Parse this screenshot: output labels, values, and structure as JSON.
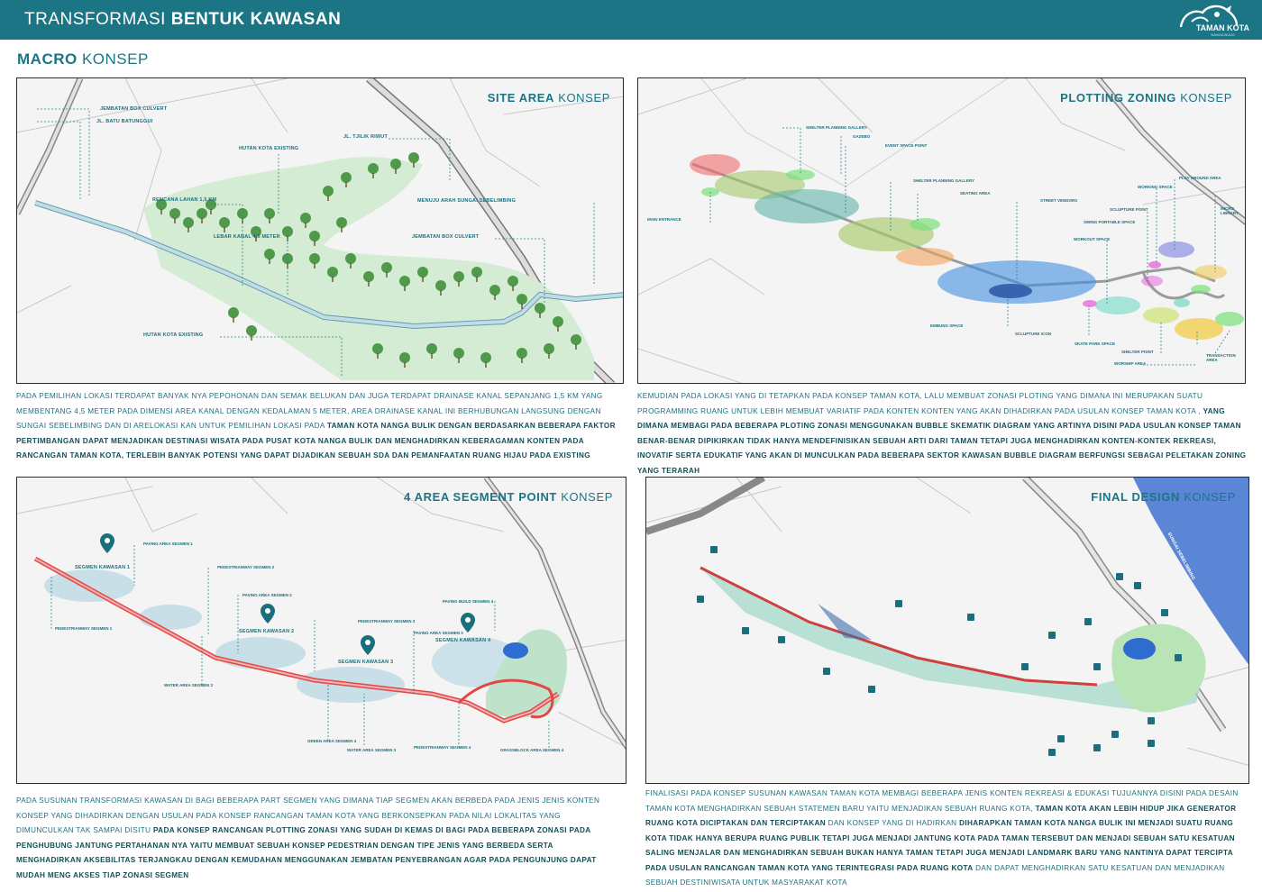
{
  "header": {
    "title_light": "TRANSFORMASI",
    "title_bold": "BENTUK KAWASAN",
    "logo_text": "TAMAN KOTA",
    "logo_sub": "NANGA BULIK"
  },
  "section": {
    "bold": "MACRO",
    "light": "KONSEP"
  },
  "panels": {
    "site": {
      "title_bold": "SITE AREA",
      "title_light": "KONSEP",
      "labels": {
        "box_culvert_top": "JEMBATAN BOX CULVERT",
        "batu": "JL. BATU BATUNGGUI",
        "hutan_existing_top": "HUTAN KOTA EXISTING",
        "tjilik": "JL. TJILIK RIWUT",
        "rencana": "RENCANA LAHAN 1,5 KM",
        "menuju": "MENUJU ARAH SUNGAI SEBELIMBING",
        "lebar": "LEBAR KANAL 4,5 METER",
        "box_culvert_right": "JEMBATAN BOX CULVERT",
        "hutan_existing_bottom": "HUTAN KOTA EXISTING"
      }
    },
    "plotting": {
      "title_bold": "PLOTTING ZONING",
      "title_light": "KONSEP",
      "labels": {
        "shelter_planning_1": "SHELTER PLANNING GALLERY",
        "gazebo": "GAZEBO",
        "event_space": "EVENT SPACE POINT",
        "shelter_planning_2": "SHELTER PLANNING GALLERY",
        "seating": "SEATING AREA",
        "street_vendors": "STREET VENDORS",
        "main_entrance": "MAIN ENTRANCE",
        "play_ground": "PLAY GROUND AREA",
        "working_space": "WORKING SPACE",
        "sculpture_point": "SCLUPTURE POINT",
        "micro_library": "MICRO LIBRARY",
        "swing": "SWING PORTABLE SPACE",
        "workout": "WORKOUT SPACE",
        "embung": "EMBUNG SPACE",
        "sculpture_icon": "SCLUPTURE ICON",
        "skate": "SKATE PARK SPACE",
        "shelter_point": "SHELTER POINT",
        "worship": "WORSHIP AREA",
        "transaction": "TRANSACTION AREA"
      }
    },
    "segment": {
      "title_bold": "4 AREA SEGMENT POINT",
      "title_light": "KONSEP",
      "labels": {
        "paving1": "PAVING AREA SEGMEN 1",
        "seg1": "SEGMEN KAWASAN 1",
        "ped2": "PEDESTRIANWAY SEGMEN 2",
        "paving2": "PAVING AREA SEGMEN 2",
        "ped1": "PEDESTRIANWAY SEGMEN 1",
        "seg2": "SEGMEN KAWASAN 2",
        "ped3": "PEDESTRIANWAY SEGMEN 3",
        "seg3": "SEGMEN KAWASAN 3",
        "paving4": "PAVING BUILD SEGMEN 4",
        "paving3": "PAVING AREA SEGMEN 3",
        "seg4": "SEGMEN KAWASAN 4",
        "water2": "WATER AREA SEGMEN 2",
        "green4": "GREEN AREA SEGMEN 4",
        "water3": "WATER AREA SEGMEN 3",
        "ped4": "PEDESTRIANWAY SEGMEN 4",
        "grass4": "GRASSBLOCK AREA SEGMEN 4"
      }
    },
    "final": {
      "title_bold": "FINAL DESIGN",
      "title_light": "KONSEP",
      "river": "SUNGAI SEBELIMBING"
    }
  },
  "paragraphs": {
    "site_normal": "PADA PEMILIHAN LOKASI TERDAPAT BANYAK NYA PEPOHONAN DAN SEMAK BELUKAN DAN JUGA TERDAPAT DRAINASE KANAL SEPANJANG 1,5 KM YANG MEMBENTANG 4,5 METER PADA DIMENSI AREA KANAL DENGAN KEDALAMAN 5 METER, AREA DRAINASE KANAL INI BERHUBUNGAN LANGSUNG DENGAN SUNGAI SEBELIMBING DAN DI ARELOKASI KAN UNTUK PEMILIHAN LOKASI PADA ",
    "site_bold": "TAMAN KOTA NANGA BULIK DENGAN BERDASARKAN BEBERAPA FAKTOR PERTIMBANGAN DAPAT MENJADIKAN DESTINASI WISATA PADA PUSAT KOTA NANGA BULIK DAN MENGHADIRKAN KEBERAGAMAN KONTEN PADA RANCANGAN TAMAN KOTA, TERLEBIH BANYAK POTENSI YANG DAPAT DIJADIKAN SEBUAH SDA DAN PEMANFAATAN RUANG HIJAU PADA EXISTING",
    "plot_normal": "KEMUDIAN PADA LOKASI YANG DI TETAPKAN PADA KONSEP TAMAN KOTA, LALU MEMBUAT ZONASI PLOTING YANG DIMANA INI MERUPAKAN SUATU PROGRAMMING RUANG UNTUK LEBIH MEMBUAT VARIATIF PADA KONTEN KONTEN YANG AKAN DIHADIRKAN PADA USULAN KONSEP TAMAN KOTA , ",
    "plot_bold": "YANG DIMANA MEMBAGI PADA BEBERAPA PLOTING ZONASI MENGGUNAKAN BUBBLE SKEMATIK DIAGRAM YANG ARTINYA DISINI PADA USULAN KONSEP TAMAN BENAR-BENAR DIPIKIRKAN TIDAK HANYA MENDEFINISIKAN SEBUAH ARTI DARI TAMAN TETAPI JUGA MENGHADIRKAN KONTEN-KONTEK REKREASI, INOVATIF SERTA EDUKATIF YANG AKAN DI MUNCULKAN PADA BEBERAPA SEKTOR KAWASAN BUBBLE DIAGRAM BERFUNGSI SEBAGAI PELETAKAN ZONING YANG TERARAH",
    "seg_normal": "PADA SUSUNAN TRANSFORMASI KAWASAN DI BAGI BEBERAPA PART SEGMEN YANG DIMANA TIAP SEGMEN AKAN BERBEDA PADA JENIS JENIS KONTEN KONSEP YANG DIHADIRKAN DENGAN USULAN PADA KONSEP RANCANGAN TAMAN KOTA YANG BERKONSEPKAN PADA NILAI LOKALITAS YANG DIMUNCULKAN TAK SAMPAI DISITU ",
    "seg_bold": "PADA KONSEP RANCANGAN PLOTTING ZONASI YANG SUDAH DI KEMAS DI BAGI PADA BEBERAPA ZONASI PADA PENGHUBUNG JANTUNG PERTAHANAN NYA YAITU MEMBUAT SEBUAH KONSEP PEDESTRIAN DENGAN TIPE JENIS YANG BERBEDA SERTA MENGHADIRKAN AKSEBILITAS TERJANGKAU DENGAN KEMUDAHAN MENGGUNAKAN JEMBATAN PENYEBRANGAN AGAR PADA PENGUNJUNG DAPAT MUDAH MENG AKSES TIAP ZONASI SEGMEN",
    "final_1": "FINALISASI PADA KONSEP SUSUNAN KAWASAN TAMAN KOTA MEMBAGI BEBERAPA JENIS KONTEN REKREASI & EDUKASI TUJUANNYA DISINI PADA DESAIN TAMAN KOTA MENGHADIRKAN SEBUAH STATEMEN BARU YAITU MENJADIKAN SEBUAH RUANG KOTA, ",
    "final_2": "TAMAN KOTA AKAN LEBIH HIDUP JIKA GENERATOR RUANG KOTA DICIPTAKAN DAN TERCIPTAKAN",
    "final_3": "  DAN KONSEP YANG DI HADIRKAN ",
    "final_4": "DIHARAPKAN TAMAN KOTA NANGA BULIK INI MENJADI SUATU RUANG KOTA TIDAK HANYA BERUPA RUANG PUBLIK TETAPI JUGA MENJADI JANTUNG KOTA PADA TAMAN TERSEBUT DAN MENJADI SEBUAH SATU KESATUAN SALING MENJALAR DAN MENGHADIRKAN SEBUAH BUKAN HANYA TAMAN TETAPI JUGA MENJADI LANDMARK BARU YANG NANTINYA DAPAT TERCIPTA PADA USULAN RANCANGAN TAMAN KOTA YANG TERINTEGRASI PADA RUANG KOTA",
    "final_5": " DAN DAPAT MENGHADIRKAN SATU KESATUAN DAN MENJADIKAN SEBUAH DESTINIWISATA UNTUK MASYARAKAT KOTA"
  },
  "colors": {
    "teal": "#1b7585",
    "green_area": "#d8eed7",
    "canal": "#a8cdd8",
    "red_path": "#e04848"
  }
}
